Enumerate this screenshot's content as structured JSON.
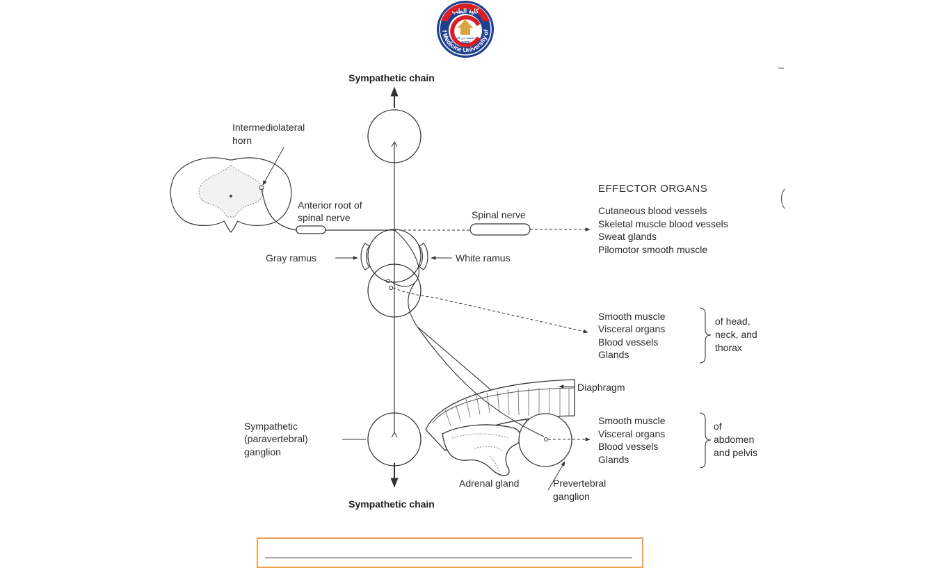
{
  "logo": {
    "arabic_text": "كلية الطب",
    "arabic_sub": "جامعة ذي قار",
    "ring_text": "College of Medicine University of Thi - Qar",
    "year": "2002"
  },
  "labels": {
    "sympathetic_chain_top": "Sympathetic chain",
    "sympathetic_chain_bottom": "Sympathetic chain",
    "intermediolateral_1": "Intermediolateral",
    "intermediolateral_2": "horn",
    "anterior_root_1": "Anterior root of",
    "anterior_root_2": "spinal nerve",
    "spinal_nerve": "Spinal nerve",
    "gray_ramus": "Gray ramus",
    "white_ramus": "White ramus",
    "diaphragm": "Diaphragm",
    "sympathetic_ganglion_1": "Sympathetic",
    "sympathetic_ganglion_2": "(paravertebral)",
    "sympathetic_ganglion_3": "ganglion",
    "adrenal_gland": "Adrenal gland",
    "prevertebral_1": "Prevertebral",
    "prevertebral_2": "ganglion"
  },
  "effector_header": "EFFECTOR ORGANS",
  "effector_group1": [
    "Cutaneous blood vessels",
    "Skeletal muscle blood vessels",
    "Sweat glands",
    "Pilomotor smooth muscle"
  ],
  "effector_group2": [
    "Smooth muscle",
    "Visceral organs",
    "Blood vessels",
    "Glands"
  ],
  "effector_group2_region": [
    "of head,",
    "neck, and",
    "thorax"
  ],
  "effector_group3": [
    "Smooth muscle",
    "Visceral organs",
    "Blood vessels",
    "Glands"
  ],
  "effector_group3_region": [
    "of",
    "abdomen",
    "and pelvis"
  ],
  "colors": {
    "logo_red": "#d71f26",
    "logo_blue": "#1f3f8f",
    "logo_gold": "#d9a441",
    "caption_border": "#f0a04b"
  }
}
